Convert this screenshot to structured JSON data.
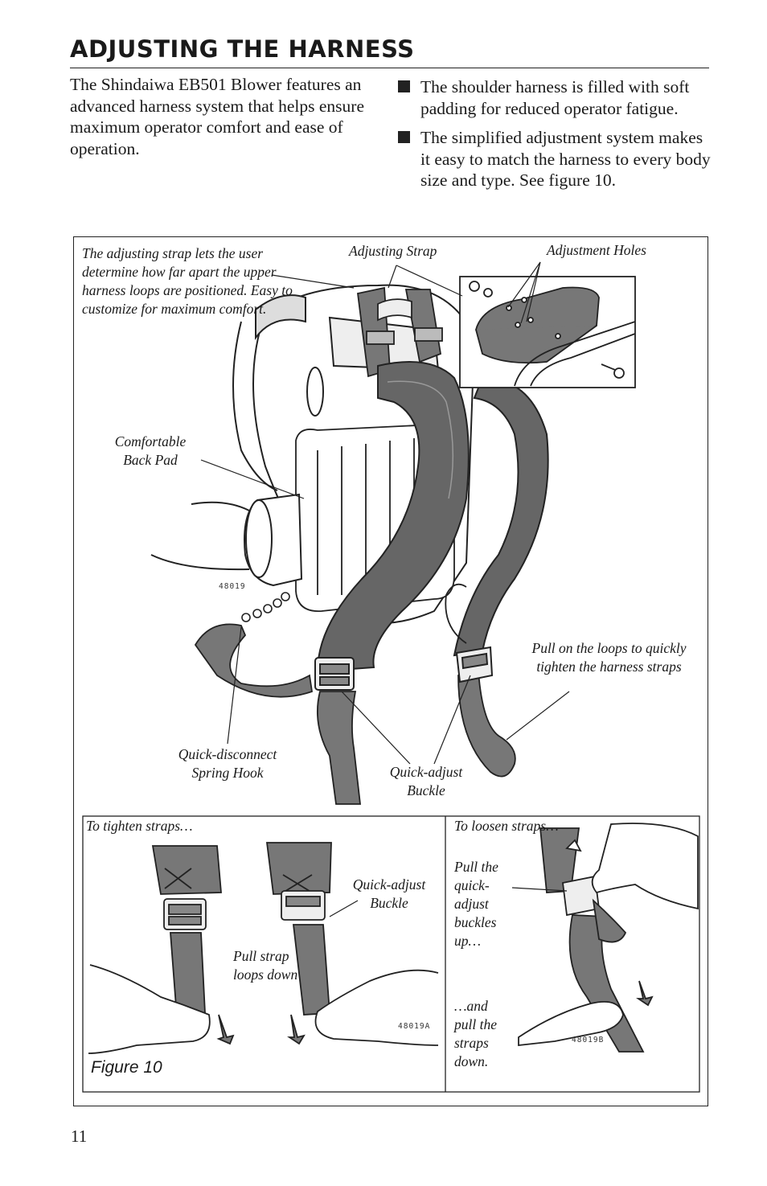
{
  "page": {
    "title": "ADJUSTING THE HARNESS",
    "intro": "The Shindaiwa EB501 Blower features an advanced harness system that helps ensure maximum operator comfort and ease of operation.",
    "bullets": [
      "The shoulder harness is filled with soft padding for reduced operator fatigue.",
      "The simplified adjustment system makes it easy to match the harness to every body size and type. See figure 10."
    ],
    "page_number": "11"
  },
  "figure": {
    "label": "Figure 10",
    "callouts": {
      "adjusting_strap_note": "The adjusting strap lets the user determine how far apart the upper harness loops are positioned. Easy to customize for maximum comfort.",
      "adjusting_strap": "Adjusting Strap",
      "adjustment_holes": "Adjustment Holes",
      "back_pad": "Comfortable Back Pad",
      "pull_loops": "Pull on the loops to quickly tighten the harness straps",
      "spring_hook": "Quick-disconnect Spring Hook",
      "quick_adjust_buckle": "Quick-adjust Buckle"
    },
    "image_codes": {
      "main": "48019",
      "tighten": "48019A",
      "loosen": "48019B"
    },
    "panels": {
      "tighten_title": "To tighten straps…",
      "tighten_buckle": "Quick-adjust Buckle",
      "tighten_pull": "Pull strap loops down",
      "loosen_title": "To loosen straps…",
      "loosen_step1": "Pull the quick-adjust buckles up…",
      "loosen_step2": "…and pull the straps down."
    }
  }
}
